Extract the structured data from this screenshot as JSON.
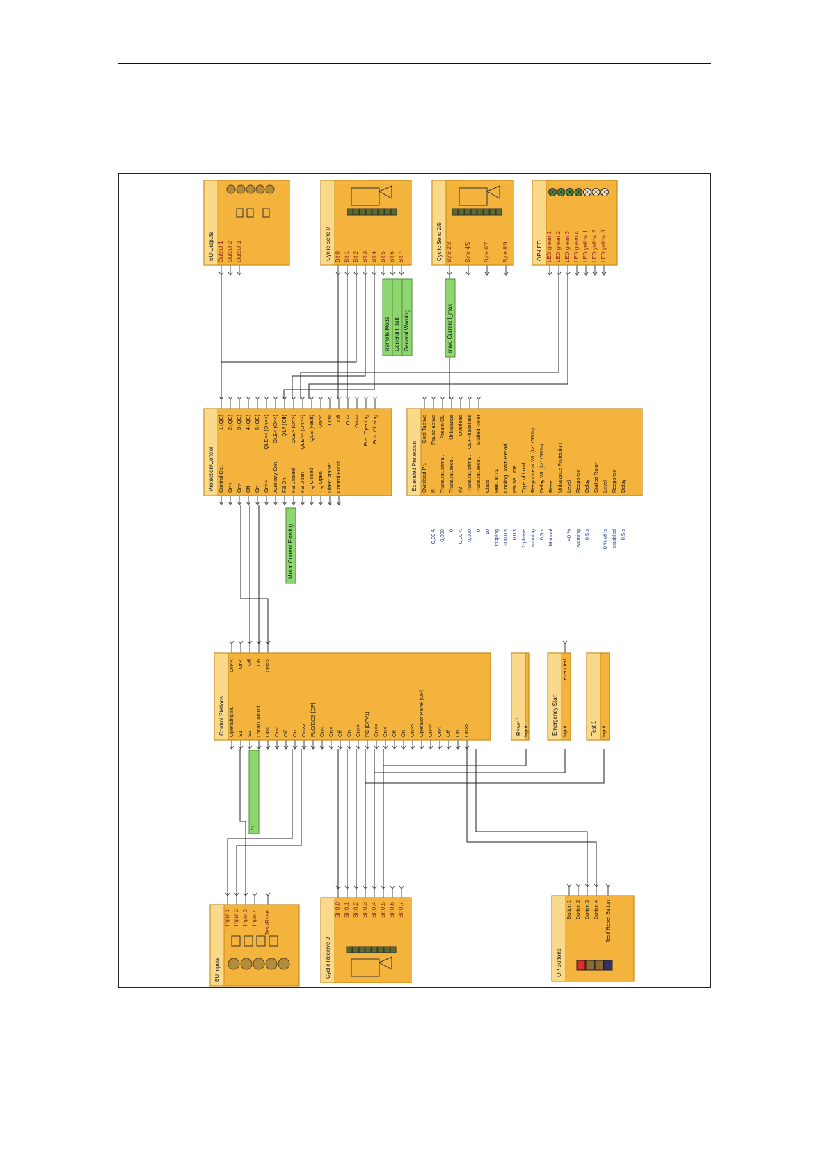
{
  "colors": {
    "block": "#F3B33D",
    "block_dark": "#C7891A",
    "header": "#FBD98A",
    "label_bar": "#8ED670",
    "wire": "#222222",
    "text_active": "#111111",
    "text_inactive": "#8C8C8C",
    "text_param": "#1F3E96",
    "text_io": "#8B1A1A"
  },
  "blocks": {
    "bu_outputs": {
      "title": "BU Outputs",
      "ports": [
        "Output 1",
        "Output 2",
        "Output 3"
      ]
    },
    "cyclic_send_0": {
      "title": "Cyclic Send 0",
      "ports": [
        "Bit 0",
        "Bit 1",
        "Bit 2",
        "Bit 3",
        "Bit 4",
        "Bit 5",
        "Bit 6",
        "Bit 7"
      ]
    },
    "cyclic_send_2_9": {
      "title": "Cyclic Send 2/9",
      "ports": [
        "Byte 2/3",
        "Byte 4/5",
        "Byte 6/7",
        "Byte 8/9"
      ]
    },
    "op_led": {
      "title": "OP-LED",
      "ports": [
        "LED green 1",
        "LED green 2",
        "LED green 3",
        "LED green 4",
        "LED yellow 1",
        "LED yellow 2",
        "LED yellow 3"
      ]
    },
    "protection_control": {
      "title": "Protection/Control",
      "left_ports": [
        "Control Co..",
        "On<",
        "On>",
        "Off",
        "On",
        "On>>",
        "Auxiliary Con.",
        "FB On",
        "FB Closed",
        "FB Open",
        "TQ Closed",
        "TQ Open",
        "Direct starter",
        "Control Funct."
      ],
      "right_ports": [
        "1 (QE)",
        "2 (QE)",
        "3 (QE)",
        "4 (QE)",
        "5 (QE)",
        "QLE<< (On<<)",
        "QLE< (On<)",
        "QLA (Off)",
        "QLE> (On>)",
        "QLE>> (On>>)",
        "QLS (Fault)",
        "On<<",
        "On<",
        "Off",
        "On>",
        "On>>",
        "Pos. Opening",
        "Pos. Closing"
      ]
    },
    "extended_protection": {
      "title": "Extended Protection",
      "left_ports": [
        "Overload Pr..",
        "I/I",
        "Trans.rat.prima..",
        "Trans.rat.seco..",
        "I/2",
        "Trans.rat.prima..",
        "Trans.rat.seco..",
        "Class",
        "Res. at TL",
        "Cooling Down Period",
        "Pause Time",
        "Type of Load",
        "Response at WL (I>115%Is)",
        "Delay WL (I>115%Is)",
        "Reset",
        "Unbalance Protection",
        "Level",
        "Response",
        "Delay",
        "Stalled Rotor",
        "Level",
        "Response",
        "Delay"
      ],
      "params": [
        "0,00 A",
        "0,000",
        "0",
        "0,00 A",
        "0,000",
        "0",
        "10",
        "tripping",
        "300,0 s",
        "0,0 s",
        "1-phase",
        "warning",
        "0,5 s",
        "Manual",
        "",
        "40 %",
        "warning",
        "0,5 s",
        "",
        "0 % of Is",
        "disabled",
        "0,5 s"
      ],
      "right_ports": [
        "Cool Tactive",
        "Pause active",
        "Pream OL",
        "Unbalance",
        "Overload",
        "OL+Phaseloss",
        "Stalled Rotor"
      ]
    },
    "control_stations": {
      "title": "Control Stations",
      "left_ports": [
        "Operating M..",
        "S1",
        "S2",
        "Local Control..",
        "On<",
        "On<",
        "Off",
        "On",
        "On>>",
        "PLC/DCS [DP]",
        "On<",
        "On<",
        "Off",
        "On",
        "On>>",
        "PC [DPV1]",
        "On<<",
        "On<",
        "Off",
        "On",
        "On>>",
        "Operator Panel [OP]",
        "On<<",
        "On<",
        "Off",
        "On",
        "On>>"
      ],
      "right_ports": [
        "On<<",
        "On<",
        "Off",
        "On",
        "On>>"
      ]
    },
    "reset_1": {
      "title": "Reset 1",
      "port": "Input"
    },
    "emergency_start": {
      "title": "Emergency Start",
      "port": "Input",
      "output": "executed"
    },
    "test_1": {
      "title": "Test 1",
      "port": "Input"
    },
    "bu_inputs": {
      "title": "BU Inputs",
      "ports": [
        "Input 1",
        "Input 2",
        "Input 3",
        "Input 4",
        "Test/Reset"
      ]
    },
    "cyclic_receive_0": {
      "title": "Cyclic Receive 0",
      "ports": [
        "Bit 0.0",
        "Bit 0.1",
        "Bit 0.2",
        "Bit 0.3",
        "Bit 0.4",
        "Bit 0.5",
        "Bit 0.6",
        "Bit 0.7"
      ]
    },
    "op_buttons": {
      "title": "OP Buttons",
      "ports": [
        "Button 1",
        "Button 2",
        "Button 3",
        "Button 4",
        "Test/ Reset Button"
      ]
    }
  },
  "labels": {
    "remote_mode": "Remote Mode",
    "general_fault": "General Fault",
    "general_warning": "General Warning",
    "max_current": "max. Current I_max",
    "motor_current": "Motor Current Flowing",
    "constant_one": "'1'"
  }
}
